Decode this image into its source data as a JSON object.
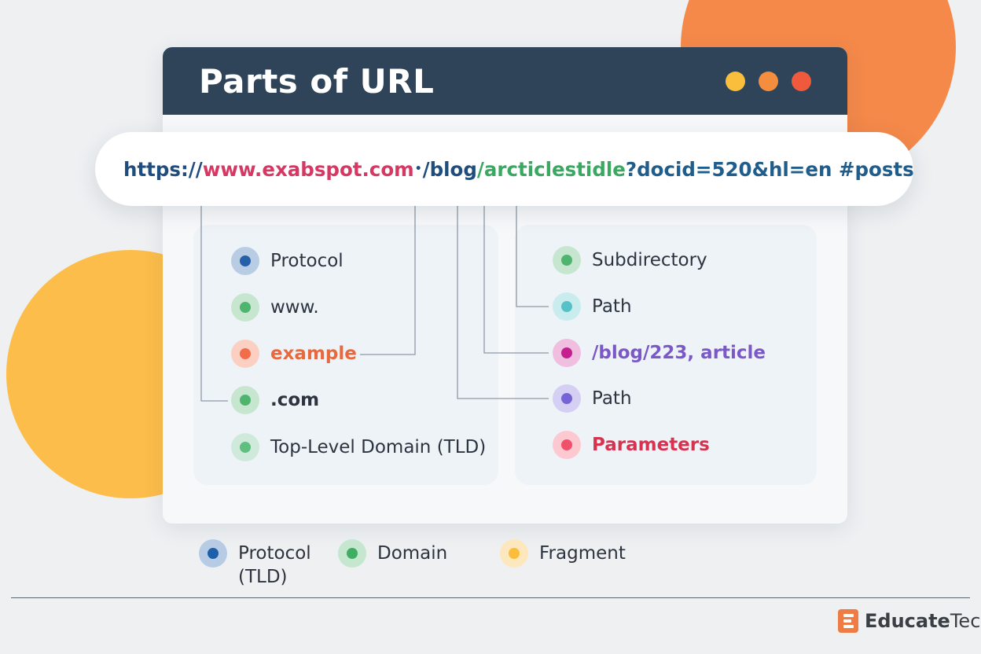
{
  "window": {
    "title": "Parts of URL",
    "dot_colors": [
      "#fbbd3c",
      "#f58d3e",
      "#ef5a3c"
    ]
  },
  "url": {
    "segments": [
      {
        "text": "https://",
        "color": "#1e4d7e"
      },
      {
        "text": "www.exabspot.com",
        "color": "#d63863"
      },
      {
        "text": "•",
        "color": "#1e4d7e"
      },
      {
        "text": "/blog",
        "color": "#1e4d7e"
      },
      {
        "text": "/arcticlestidle",
        "color": "#3aa861"
      },
      {
        "text": "?docid=520&hl=en #posts",
        "color": "#1e5d8c"
      }
    ]
  },
  "left_panel": {
    "items": [
      {
        "label": "Protocol",
        "dot_color": "#2660a8",
        "halo": "#b8cde3",
        "text_color": "#2d3440",
        "bold": false
      },
      {
        "label": "www.",
        "dot_color": "#4fb56e",
        "halo": "#c6e6cf",
        "text_color": "#2d3440",
        "bold": false
      },
      {
        "label": "example",
        "dot_color": "#f26d4a",
        "halo": "#fbd0c2",
        "text_color": "#e8693e",
        "bold": true
      },
      {
        "label": ".com",
        "dot_color": "#4fb56e",
        "halo": "#c6e6cf",
        "text_color": "#2d3440",
        "bold": true
      },
      {
        "label": "Top-Level Domain (TLD)",
        "dot_color": "#5fbf7e",
        "halo": "#cfeadb",
        "text_color": "#2d3440",
        "bold": false
      }
    ]
  },
  "right_panel": {
    "items": [
      {
        "label": "Subdirectory",
        "dot_color": "#4fb56e",
        "halo": "#c6e6cf",
        "text_color": "#2d3440",
        "bold": false
      },
      {
        "label": "Path",
        "dot_color": "#56c2c8",
        "halo": "#c9ecee",
        "text_color": "#2d3440",
        "bold": false
      },
      {
        "label": "/blog/223, article",
        "dot_color": "#c41f8f",
        "halo": "#f0bfe0",
        "text_color": "#7a58c7",
        "bold": true
      },
      {
        "label": "Path",
        "dot_color": "#7464d8",
        "halo": "#d4cff3",
        "text_color": "#2d3440",
        "bold": false
      },
      {
        "label": "Parameters",
        "dot_color": "#f0506a",
        "halo": "#fcc9d1",
        "text_color": "#d63350",
        "bold": true
      }
    ]
  },
  "legend": [
    {
      "label": "Protocol (TLD)",
      "dot_color": "#1f5ea8",
      "halo": "#b7cce4"
    },
    {
      "label": "Domain",
      "dot_color": "#3fae62",
      "halo": "#c5e6cf"
    },
    {
      "label": "Fragment",
      "dot_color": "#fbbd3c",
      "halo": "#fde7bd"
    }
  ],
  "brand": {
    "name_bold": "Educate",
    "name_regular": "Tech"
  }
}
